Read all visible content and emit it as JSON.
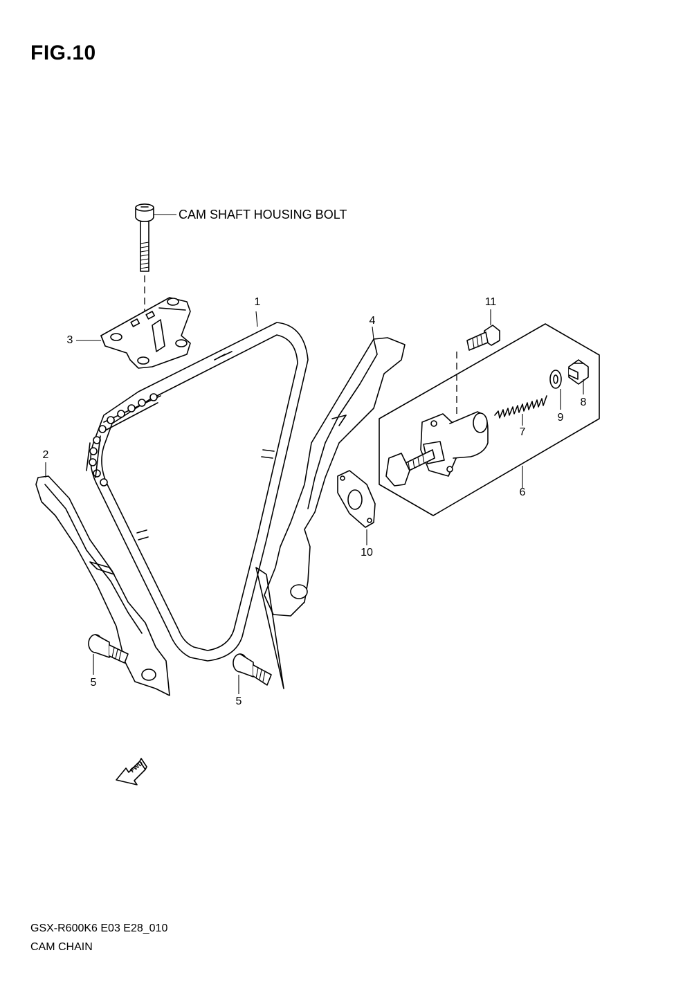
{
  "figure": {
    "title": "FIG.10"
  },
  "callouts": {
    "housing_bolt": "CAM SHAFT HOUSING BOLT",
    "part_1": "1",
    "part_2": "2",
    "part_3": "3",
    "part_4": "4",
    "part_5a": "5",
    "part_5b": "5",
    "part_6": "6",
    "part_7": "7",
    "part_8": "8",
    "part_9": "9",
    "part_10": "10",
    "part_11": "11"
  },
  "fwd_arrow": {
    "label": "FWD",
    "icon": "fwd-arrow-icon"
  },
  "footer": {
    "model_code": "GSX-R600K6 E03 E28_010",
    "section_name": "CAM CHAIN"
  }
}
